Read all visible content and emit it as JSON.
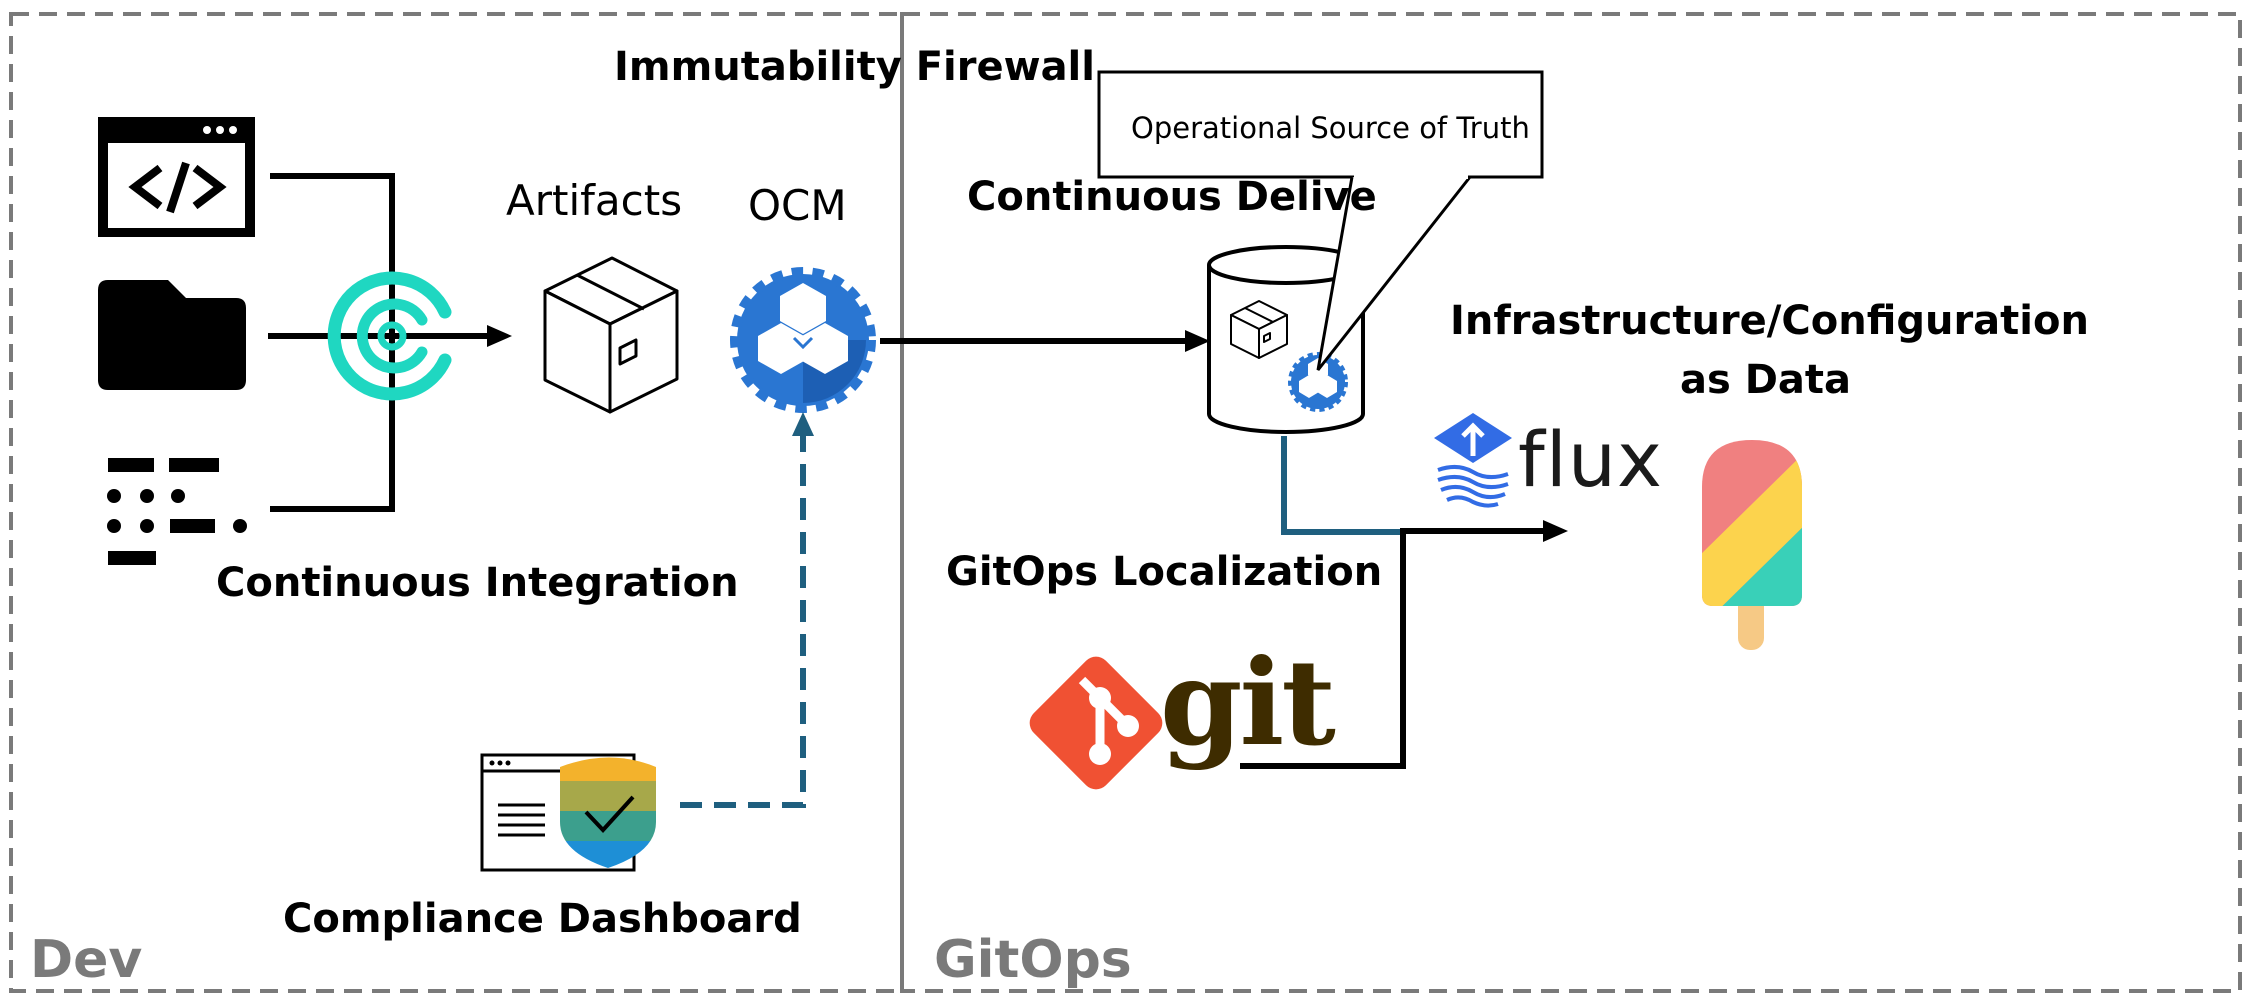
{
  "zones": {
    "dev_label": "Dev",
    "gitops_label": "GitOps"
  },
  "labels": {
    "immutability_firewall": "Immutability Firewall",
    "artifacts": "Artifacts",
    "ocm": "OCM",
    "continuous_delivery": "Continuous Delive",
    "operational_source_of_truth": "Operational Source of Truth",
    "infra_config_line1": "Infrastructure/Configuration",
    "infra_config_line2": "as Data",
    "continuous_integration": "Continuous Integration",
    "gitops_localization": "GitOps Localization",
    "compliance_dashboard": "Compliance Dashboard",
    "flux": "flux",
    "git": "git"
  },
  "icons": {
    "code_window": "code-window-icon",
    "folder": "folder-icon",
    "config_dots": "config-dots-icon",
    "ci_swirl": "ci-swirl-icon",
    "artifact_box": "package-box-icon",
    "ocm_gear": "ocm-gear-icon",
    "delivery_database": "database-cylinder-icon",
    "flux_logo": "flux-logo-icon",
    "popsicle": "popsicle-icon",
    "git_logo": "git-logo-icon",
    "compliance_shield": "compliance-shield-icon"
  },
  "colors": {
    "dashed_border": "#7a7a7a",
    "ocm_blue": "#2a76d2",
    "ci_teal": "#1fd7c1",
    "dashed_link": "#1f5f7f",
    "db_link": "#1f5f7f",
    "git_red": "#f05133",
    "git_text": "#3e2c00",
    "flux_blue": "#326ce5",
    "pop_red": "#f08080",
    "pop_yellow": "#fcd34d",
    "pop_teal": "#39d0b8"
  }
}
